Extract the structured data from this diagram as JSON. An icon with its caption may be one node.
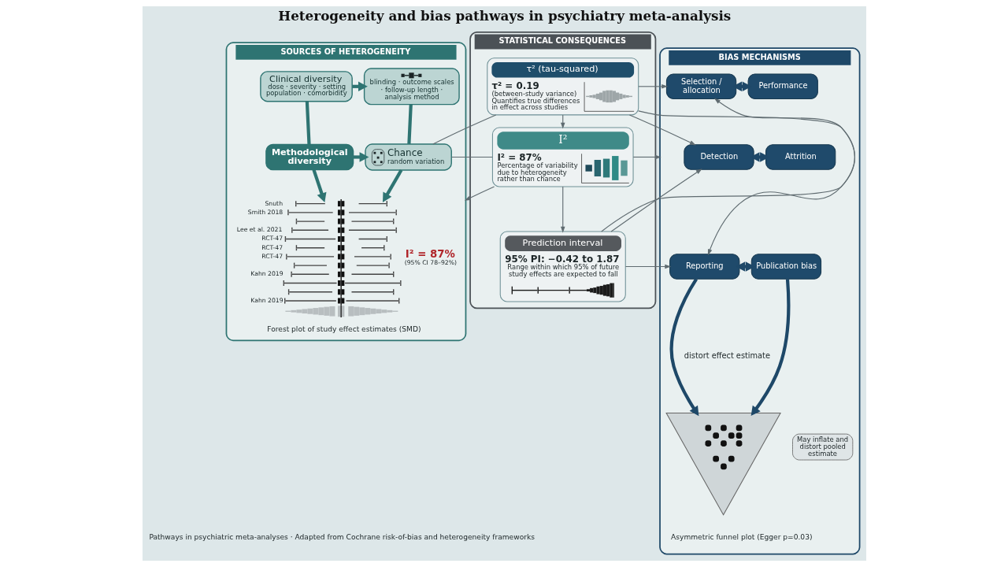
{
  "diagram": {
    "title": "Heterogeneity and bias pathways in psychiatry meta-analysis",
    "caption": "Pathways in psychiatric meta-analyses · Adapted from Cochrane risk-of-bias and heterogeneity frameworks",
    "nodes": [
      {
        "text": [
          "SOURCES OF HETEROGENEITY"
        ]
      },
      {
        "text": [
          "Clinical diversity",
          "dose · severity · setting population · comorbidity"
        ],
        "in": 0
      },
      {
        "text": [
          "blinding · outcome scales · follow-up length · analysis method"
        ],
        "in": 0
      },
      {
        "text": [
          "Methodological diversity"
        ],
        "in": 0
      },
      {
        "text": [
          "Chance",
          "random variation"
        ],
        "in": 0
      },
      {
        "text": [],
        "shape": "picture",
        "in": 0,
        "beside": [
          "Snuth",
          "Smith 2018",
          "Lee et al. 2021",
          "RCT-47",
          "RCT-47",
          "RCT-47",
          "Kahn 2019",
          "Kahn 2019",
          "I² = 87%",
          "(95% CI 78–92%)",
          "Forest plot of study effect estimates (SMD)"
        ]
      },
      {
        "text": [
          "STATISTICAL CONSEQUENCES"
        ]
      },
      {
        "text": [
          "τ² (tau-squared)",
          "τ² = 0.19",
          "(between-study variance)",
          "Quantifies true differences in effect across studies"
        ],
        "in": 6
      },
      {
        "text": [
          "I²",
          "I² = 87%",
          "Percentage of variability due to heterogeneity rather than chance"
        ],
        "in": 6
      },
      {
        "text": [
          "Prediction interval",
          "95% PI: −0.42 to 1.87",
          "Range within which 95% of future study effects are expected to fall"
        ],
        "in": 6
      },
      {
        "text": [
          "BIAS MECHANISMS"
        ]
      },
      {
        "text": [
          "Selection / allocation"
        ],
        "in": 10
      },
      {
        "text": [
          "Performance"
        ],
        "in": 10
      },
      {
        "text": [
          "Detection"
        ],
        "in": 10
      },
      {
        "text": [
          "Attrition"
        ],
        "in": 10
      },
      {
        "text": [
          "Reporting"
        ],
        "in": 10
      },
      {
        "text": [
          "Publication bias"
        ],
        "in": 10
      },
      {
        "text": [],
        "shape": "picture",
        "in": 10,
        "beside": [
          "Asymmetric funnel plot (Egger p=0.03)"
        ]
      },
      {
        "text": [
          "May inflate and distort pooled estimate"
        ],
        "in": 10
      }
    ],
    "edges": [
      {
        "from": 1,
        "to": 2,
        "arrow": "to",
        "style": "thick",
        "color": "#2e7472"
      },
      {
        "from": 1,
        "to": 3,
        "arrow": "none",
        "style": "thick",
        "color": "#2e7472"
      },
      {
        "from": 2,
        "to": 4,
        "arrow": "none",
        "style": "thick",
        "color": "#2e7472"
      },
      {
        "from": 3,
        "to": 4,
        "arrow": "to",
        "style": "thick",
        "color": "#2e7472"
      },
      {
        "from": 3,
        "to": 5,
        "arrow": "to",
        "style": "thick",
        "color": "#2e7472"
      },
      {
        "from": 4,
        "to": 5,
        "arrow": "to",
        "style": "thick",
        "color": "#2e7472"
      },
      {
        "from": 4,
        "to": 7,
        "arrow": "none"
      },
      {
        "from": 4,
        "to": 8,
        "arrow": "none"
      },
      {
        "from": 8,
        "to": 0,
        "arrow": "to"
      },
      {
        "from": 7,
        "to": 8,
        "arrow": "to"
      },
      {
        "from": 8,
        "to": 9,
        "arrow": "to"
      },
      {
        "from": 7,
        "to": 11,
        "arrow": "to"
      },
      {
        "from": 7,
        "to": 13,
        "arrow": "to"
      },
      {
        "from": 7,
        "to": 15,
        "arrow": "to"
      },
      {
        "from": 9,
        "to": 11,
        "arrow": "to"
      },
      {
        "from": 9,
        "to": 13,
        "arrow": "to"
      },
      {
        "from": 9,
        "to": 15,
        "arrow": "to"
      },
      {
        "from": 8,
        "to": 10,
        "arrow": "to"
      },
      {
        "from": 11,
        "to": 12,
        "arrow": "both",
        "style": "thick",
        "color": "#1e4868"
      },
      {
        "from": 13,
        "to": 14,
        "arrow": "both",
        "style": "thick",
        "color": "#1e4868"
      },
      {
        "from": 15,
        "to": 16,
        "arrow": "both",
        "style": "thick",
        "color": "#1e4868"
      },
      {
        "from": 15,
        "to": 17,
        "arrow": "to",
        "style": "thick",
        "color": "#1e4868"
      },
      {
        "from": 16,
        "to": 17,
        "arrow": "to",
        "style": "thick",
        "color": "#1e4868"
      }
    ],
    "labels": [
      "distort effect estimate"
    ]
  }
}
